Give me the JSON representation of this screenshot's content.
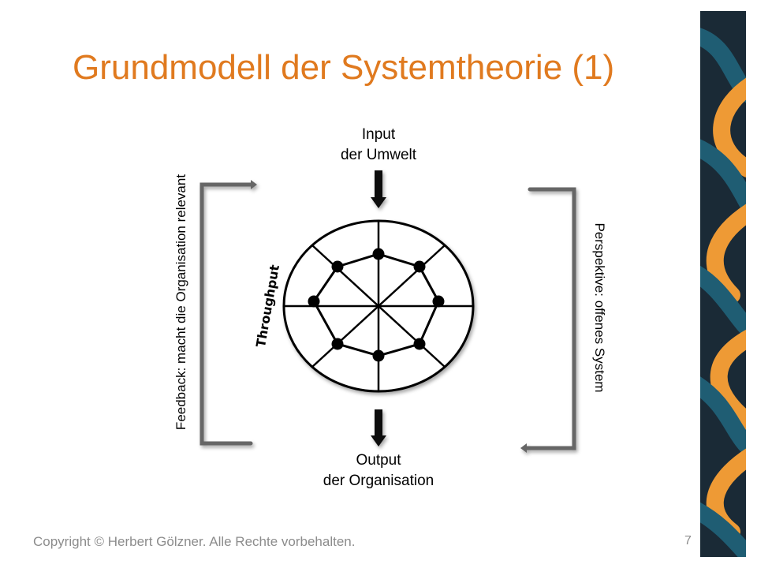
{
  "slide": {
    "title": "Grundmodell der Systemtheorie (1)",
    "input_label_line1": "Input",
    "input_label_line2": "der Umwelt",
    "output_label_line1": "Output",
    "output_label_line2": "der Organisation",
    "throughput_label": "Throughput",
    "feedback_label": "Feedback: macht die Organisation relevant",
    "perspective_label": "Perspektive: offenes System",
    "copyright": "Copyright © Herbert Gölzner. Alle Rechte vorbehalten.",
    "page_number": "7"
  },
  "colors": {
    "title": "#e07a1f",
    "bracket": "#666666",
    "pattern_teal": "#1f5d73",
    "pattern_orange": "#ee9a35",
    "pattern_dark": "#1a2a36"
  }
}
